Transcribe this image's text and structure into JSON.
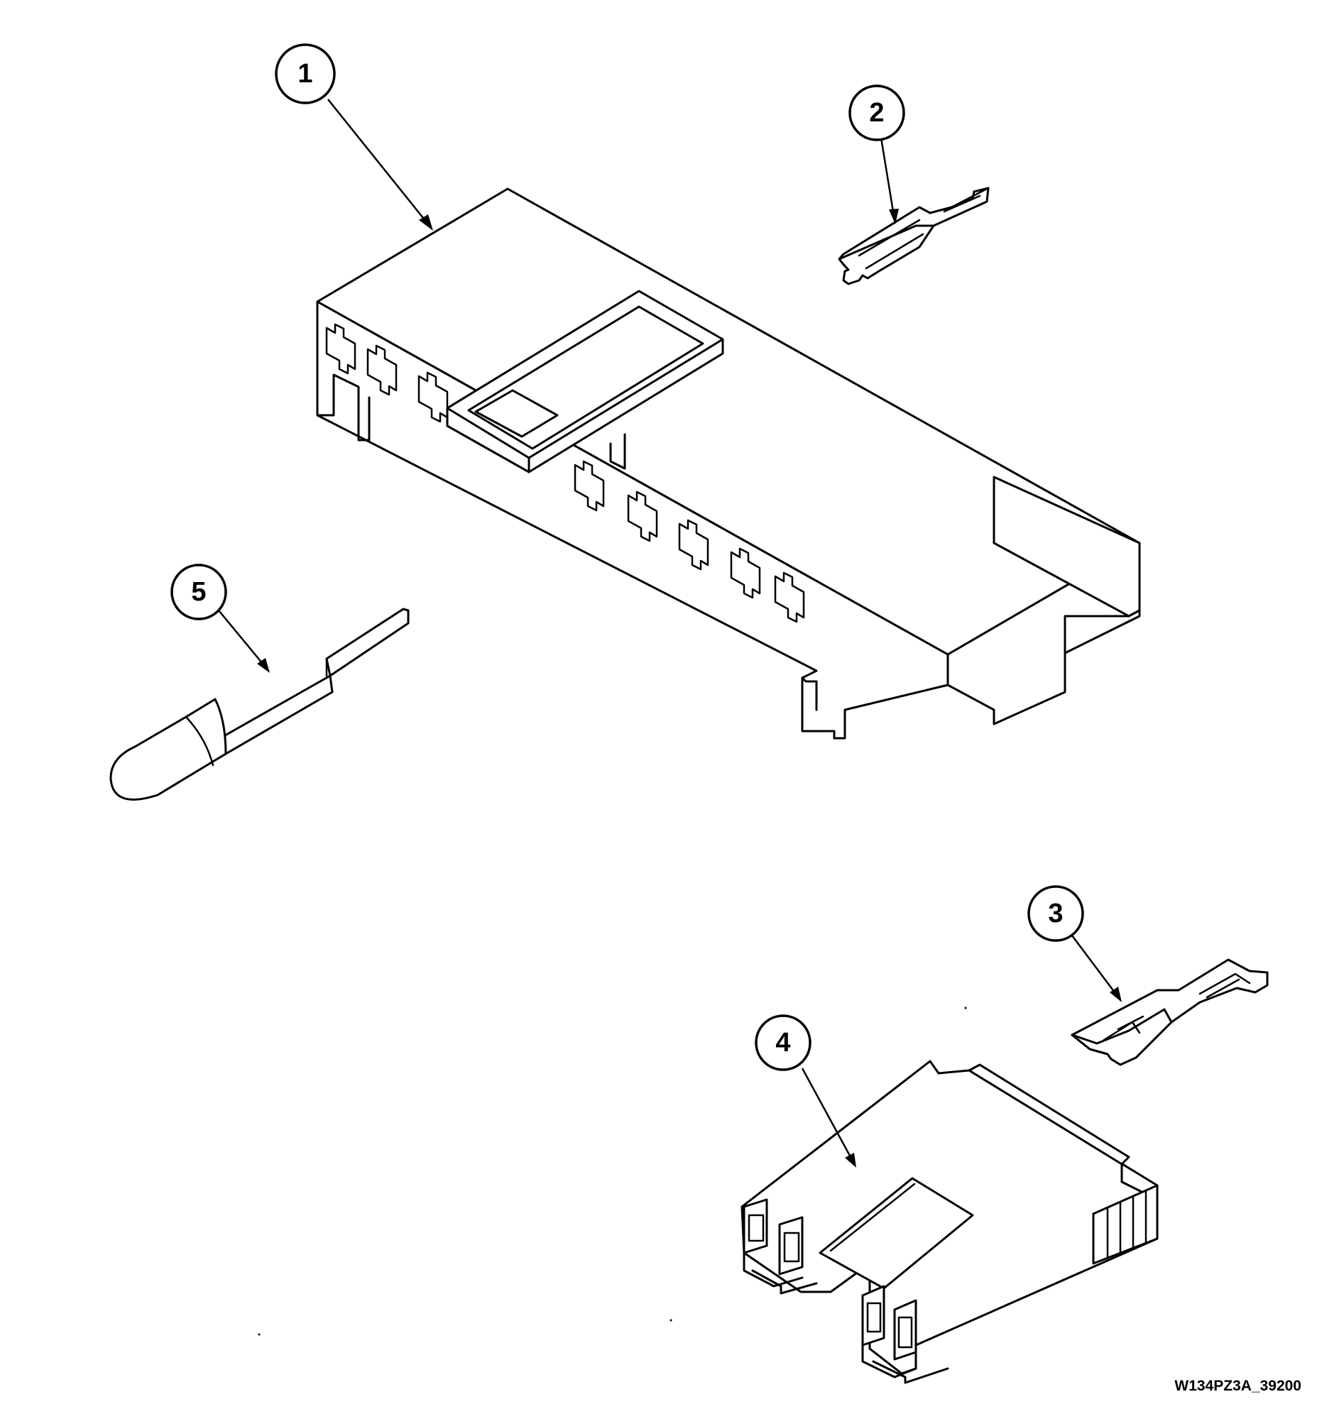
{
  "callouts": [
    {
      "id": "1",
      "label": "1"
    },
    {
      "id": "2",
      "label": "2"
    },
    {
      "id": "3",
      "label": "3"
    },
    {
      "id": "4",
      "label": "4"
    },
    {
      "id": "5",
      "label": "5"
    }
  ],
  "drawing_id": "W134PZ3A_39200"
}
